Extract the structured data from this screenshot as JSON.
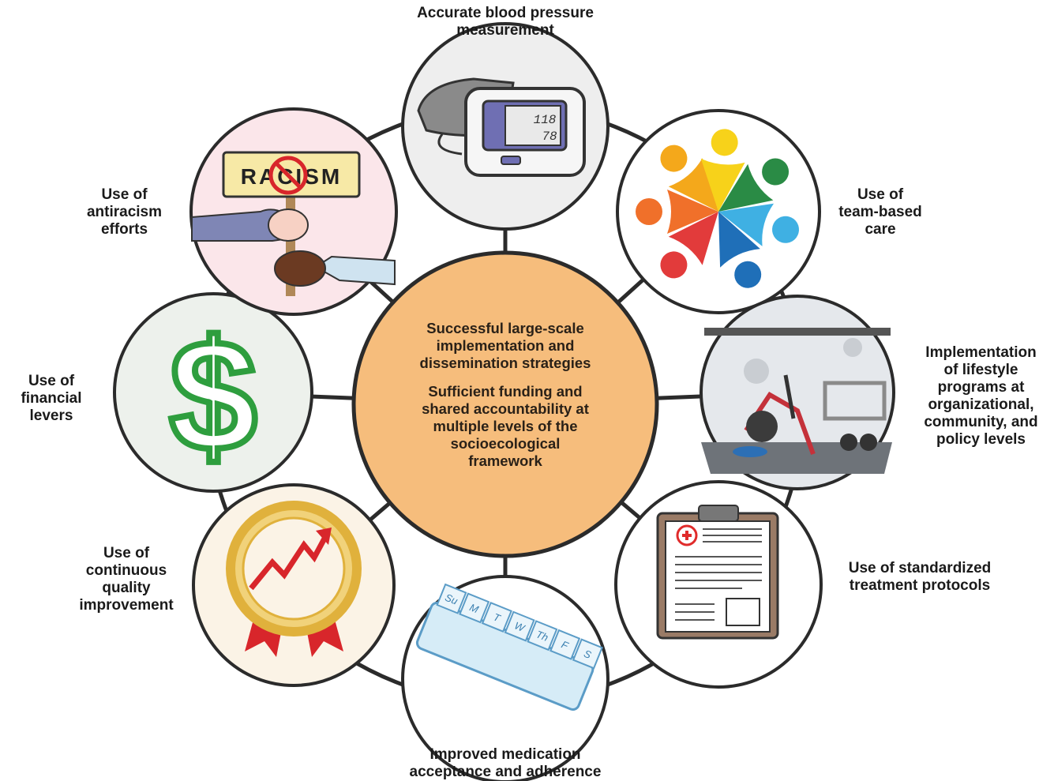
{
  "center": {
    "lines_a": [
      "Successful large-scale",
      "implementation and",
      "dissemination strategies"
    ],
    "lines_b": [
      "Sufficient funding and",
      "shared accountability at",
      "multiple levels of the",
      "socioecological",
      "framework"
    ]
  },
  "nodes": {
    "bp": {
      "lines": [
        "Accurate blood pressure",
        "measurement"
      ],
      "readout_sys": "118",
      "readout_dia": "78"
    },
    "team": {
      "lines": [
        "Use of",
        "team-based",
        "care"
      ]
    },
    "lifestyle": {
      "lines": [
        "Implementation",
        "of lifestyle",
        "programs at",
        "organizational,",
        "community, and",
        "policy levels"
      ]
    },
    "protocols": {
      "lines": [
        "Use of standardized",
        "treatment protocols"
      ]
    },
    "medication": {
      "lines": [
        "Improved medication",
        "acceptance and adherence"
      ],
      "pill_days": [
        "Su",
        "M",
        "T",
        "W",
        "Th",
        "F",
        "S"
      ]
    },
    "quality": {
      "lines": [
        "Use of",
        "continuous",
        "quality",
        "improvement"
      ]
    },
    "financial": {
      "lines": [
        "Use of",
        "financial",
        "levers"
      ],
      "symbol": "$"
    },
    "antiracism": {
      "lines": [
        "Use of",
        "antiracism",
        "efforts"
      ],
      "sign_text": "RACISM"
    }
  },
  "colors": {
    "center_fill": "#f6bd7c",
    "ring": "#2b2b2b",
    "dollar_green": "#2e9e3e",
    "medal_gold": "#e0b13c",
    "arrow_red": "#d8262b",
    "bp_screen": "#6f6fb3",
    "team": [
      "#f4a81b",
      "#f7d21a",
      "#2a8b45",
      "#3fb0e3",
      "#1f6fb8",
      "#e23b3b",
      "#f0702a"
    ]
  }
}
